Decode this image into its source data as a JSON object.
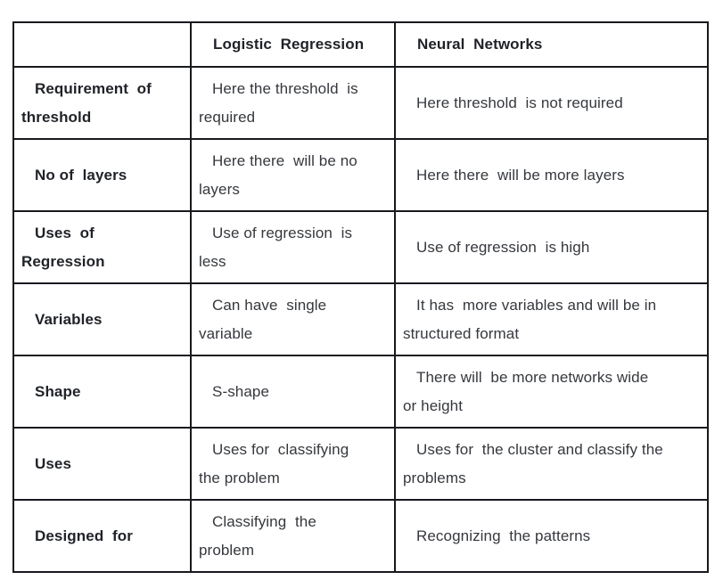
{
  "colors": {
    "background": "#ffffff",
    "border": "#17191d",
    "label_text": "#1f2227",
    "body_text": "#35383d"
  },
  "table": {
    "columns": [
      "",
      "Logistic  Regression",
      "Neural  Networks"
    ],
    "rows": [
      {
        "label": "Requirement  of\nthreshold",
        "logistic_regression": "Here the threshold  is\nrequired",
        "neural_networks": "Here threshold  is not required"
      },
      {
        "label": "No of  layers",
        "logistic_regression": "Here there  will be no\nlayers",
        "neural_networks": "Here there  will be more layers"
      },
      {
        "label": "Uses  of\nRegression",
        "logistic_regression": "Use of regression  is\nless",
        "neural_networks": "Use of regression  is high"
      },
      {
        "label": "Variables",
        "logistic_regression": "Can have  single\nvariable",
        "neural_networks": "It has  more variables and will be in\nstructured format"
      },
      {
        "label": "Shape",
        "logistic_regression": "S-shape",
        "neural_networks": "There will  be more networks wide\nor height"
      },
      {
        "label": "Uses",
        "logistic_regression": "Uses for  classifying\nthe problem",
        "neural_networks": "Uses for  the cluster and classify the\nproblems"
      },
      {
        "label": "Designed  for",
        "logistic_regression": "Classifying  the\nproblem",
        "neural_networks": "Recognizing  the patterns"
      }
    ]
  }
}
